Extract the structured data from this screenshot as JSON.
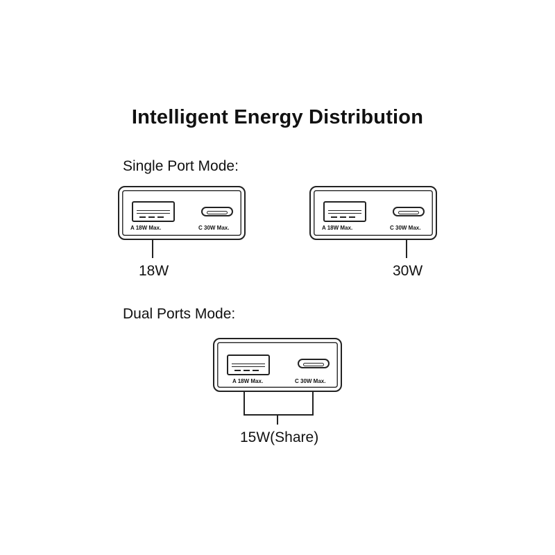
{
  "title": "Intelligent Energy Distribution",
  "single_mode": {
    "heading": "Single Port Mode:",
    "devices": [
      {
        "port_a_label": "A 18W Max.",
        "port_c_label": "C 30W Max.",
        "output": "18W",
        "active_port": "A"
      },
      {
        "port_a_label": "A 18W Max.",
        "port_c_label": "C 30W Max.",
        "output": "30W",
        "active_port": "C"
      }
    ]
  },
  "dual_mode": {
    "heading": "Dual Ports Mode:",
    "device": {
      "port_a_label": "A 18W Max.",
      "port_c_label": "C 30W Max.",
      "output": "15W(Share)"
    }
  },
  "icons": [
    "usb-a-port-icon",
    "usb-c-port-icon"
  ]
}
